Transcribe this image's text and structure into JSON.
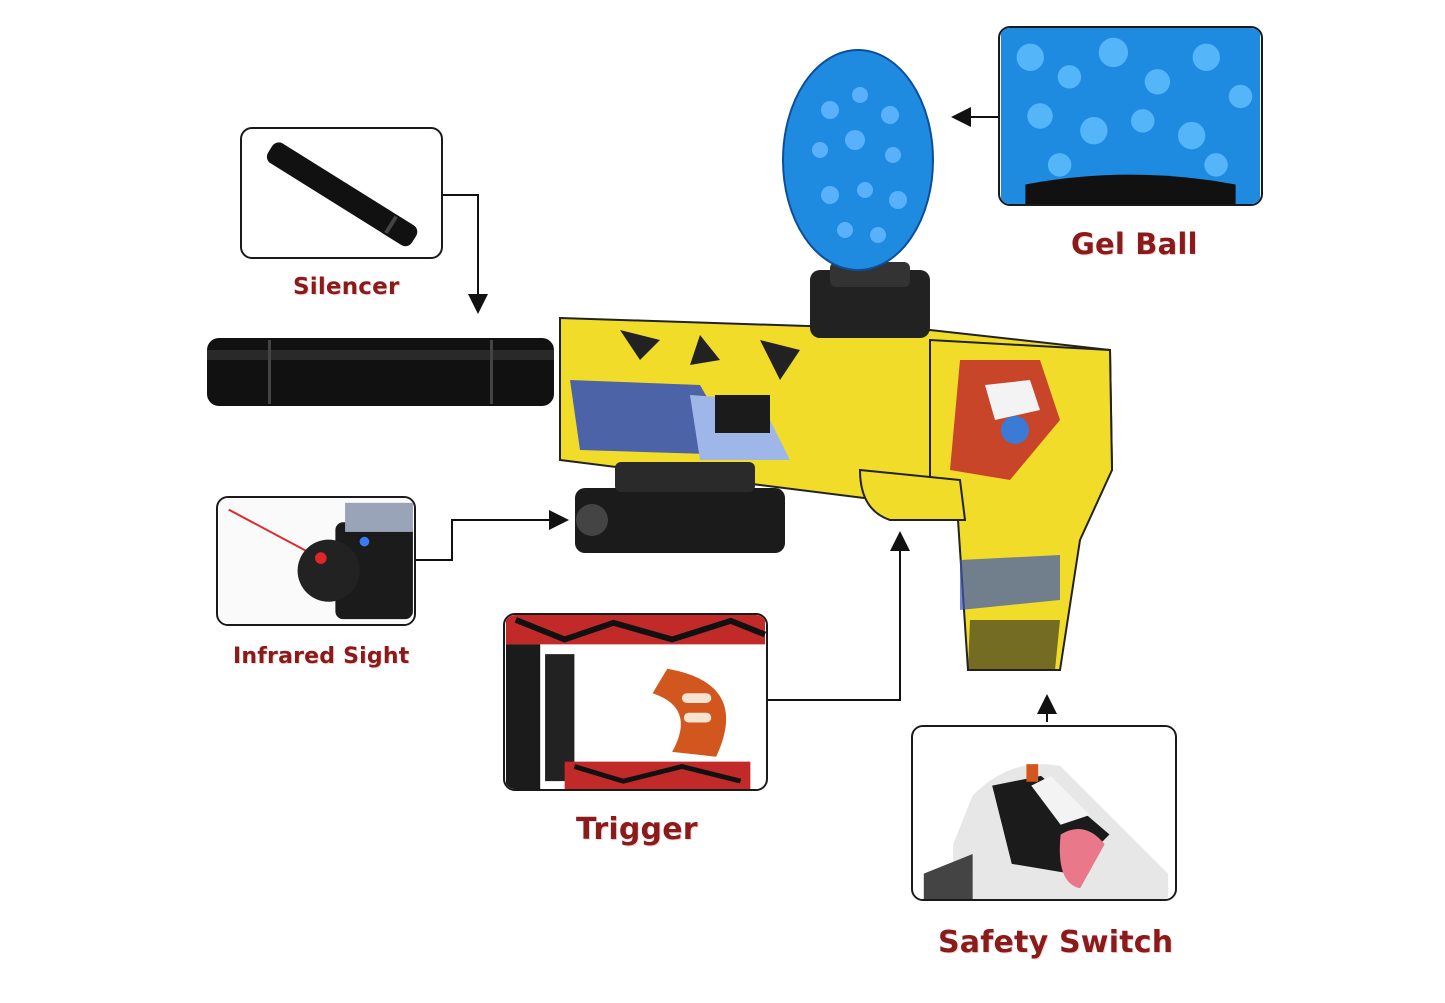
{
  "labels": {
    "silencer": "Silencer",
    "gel_ball": "Gel Ball",
    "infrared_sight": "Infrared Sight",
    "trigger": "Trigger",
    "safety_switch": "Safety Switch"
  },
  "colors": {
    "label_text": "#8b1a1a",
    "gel_ball_blue": "#1f8be0",
    "body_yellow": "#f2dc2a",
    "body_blue": "#3a55b5",
    "trigger_orange": "#d2571e",
    "laser_red": "#e0262a"
  },
  "icons": [
    "silencer-image",
    "gel-ball-image",
    "infrared-sight-image",
    "trigger-image",
    "safety-switch-image",
    "gel-blaster-image"
  ]
}
